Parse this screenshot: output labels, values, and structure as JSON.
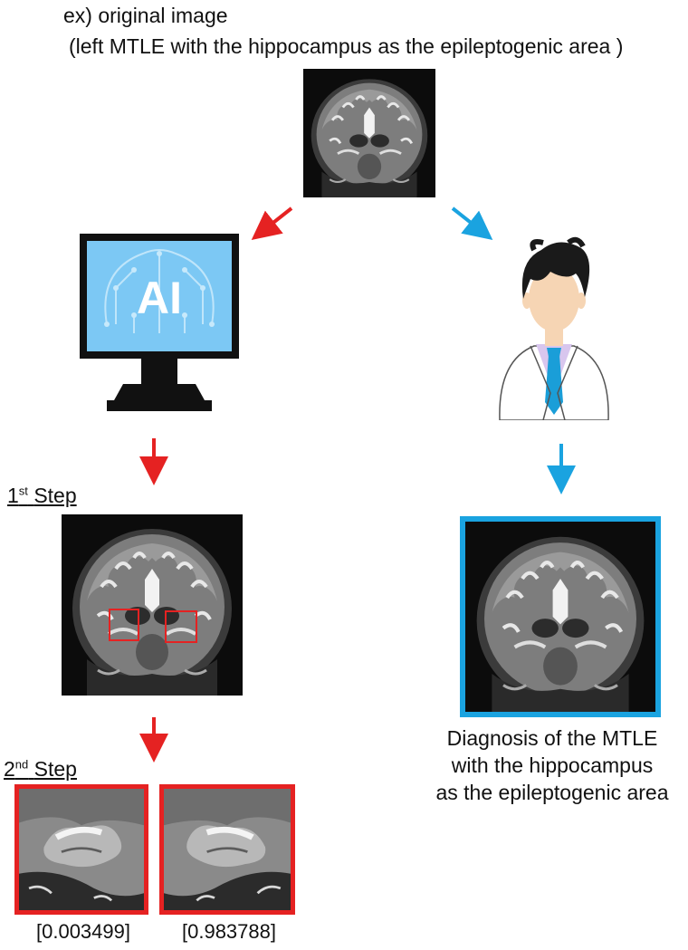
{
  "header": {
    "line1": "ex) original image",
    "line2": "(left MTLE with the hippocampus as the epileptogenic area )"
  },
  "ai_label": "AI",
  "steps": {
    "first_prefix": "1",
    "first_sup": "st",
    "first_word": "Step",
    "second_prefix": "2",
    "second_sup": "nd",
    "second_word": "Step"
  },
  "diagnosis": {
    "line1": "Diagnosis of the MTLE",
    "line2": "with the hippocampus",
    "line3": "as the epileptogenic area"
  },
  "scores": {
    "left": "[0.003499]",
    "right": "[0.983788]"
  },
  "colors": {
    "ai_path_arrow": "#e52222",
    "doctor_path_arrow": "#1aa3e0",
    "roi_box": "#e52222",
    "doctor_frame": "#1aa3e0"
  }
}
